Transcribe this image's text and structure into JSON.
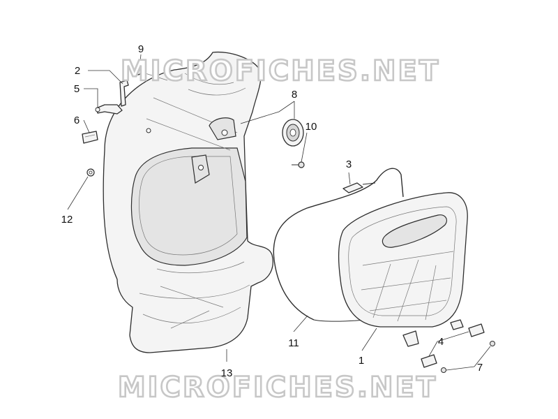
{
  "watermark": {
    "text_top": "MICROFICHES.NET",
    "text_bottom": "MICROFICHES.NET"
  },
  "callouts": {
    "p1": "1",
    "p2": "2",
    "p3": "3",
    "p4": "4",
    "p5": "5",
    "p6": "6",
    "p7": "7",
    "p8": "8",
    "p9": "9",
    "p10": "10",
    "p11": "11",
    "p12": "12",
    "p13": "13"
  },
  "colors": {
    "line": "#2d2d2d",
    "watermark_outline": "#c7c7c7",
    "background": "#ffffff"
  }
}
